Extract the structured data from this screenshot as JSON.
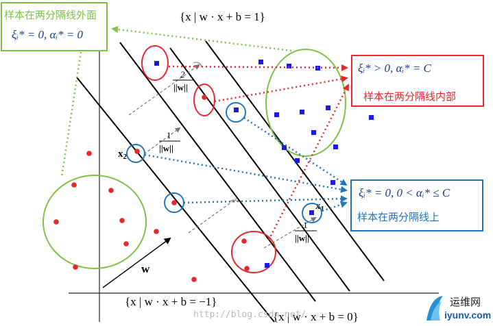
{
  "labels": {
    "top_boundary": "{x | w · x + b = 1}",
    "middle_boundary": "{x | w · x + b = −1}",
    "bottom_boundary": "{x | w · x + b = 0}",
    "vector_w": "w",
    "margin_1": "2",
    "margin_1_den": "||w||",
    "margin_2": "1",
    "margin_2_den": "||w||",
    "margin_3": "1",
    "margin_3_den": "||w||",
    "point_x1": "x",
    "point_x1_sub": "1",
    "point_x2": "x",
    "point_x2_sub": "2"
  },
  "annotations": {
    "outside": {
      "caption": "样本在两分隔线外面",
      "condition": "ξᵢ* = 0,  αᵢ* = 0"
    },
    "inside": {
      "caption": "样本在两分隔线内部",
      "condition": "ξᵢ* > 0,  αᵢ* = C"
    },
    "on_line": {
      "caption": "样本在两分隔线上",
      "condition": "ξᵢ* = 0,  0 < αᵢ* ≤ C"
    }
  },
  "watermark": "http://blog.csdn.net/",
  "logo": {
    "cn": "运维网",
    "en": "iyunv.com"
  },
  "colors": {
    "green": "#7dc242",
    "red": "#e8262c",
    "blue": "#1f74bc",
    "point_red": "#e8262c",
    "point_blue": "#1a1aee"
  }
}
